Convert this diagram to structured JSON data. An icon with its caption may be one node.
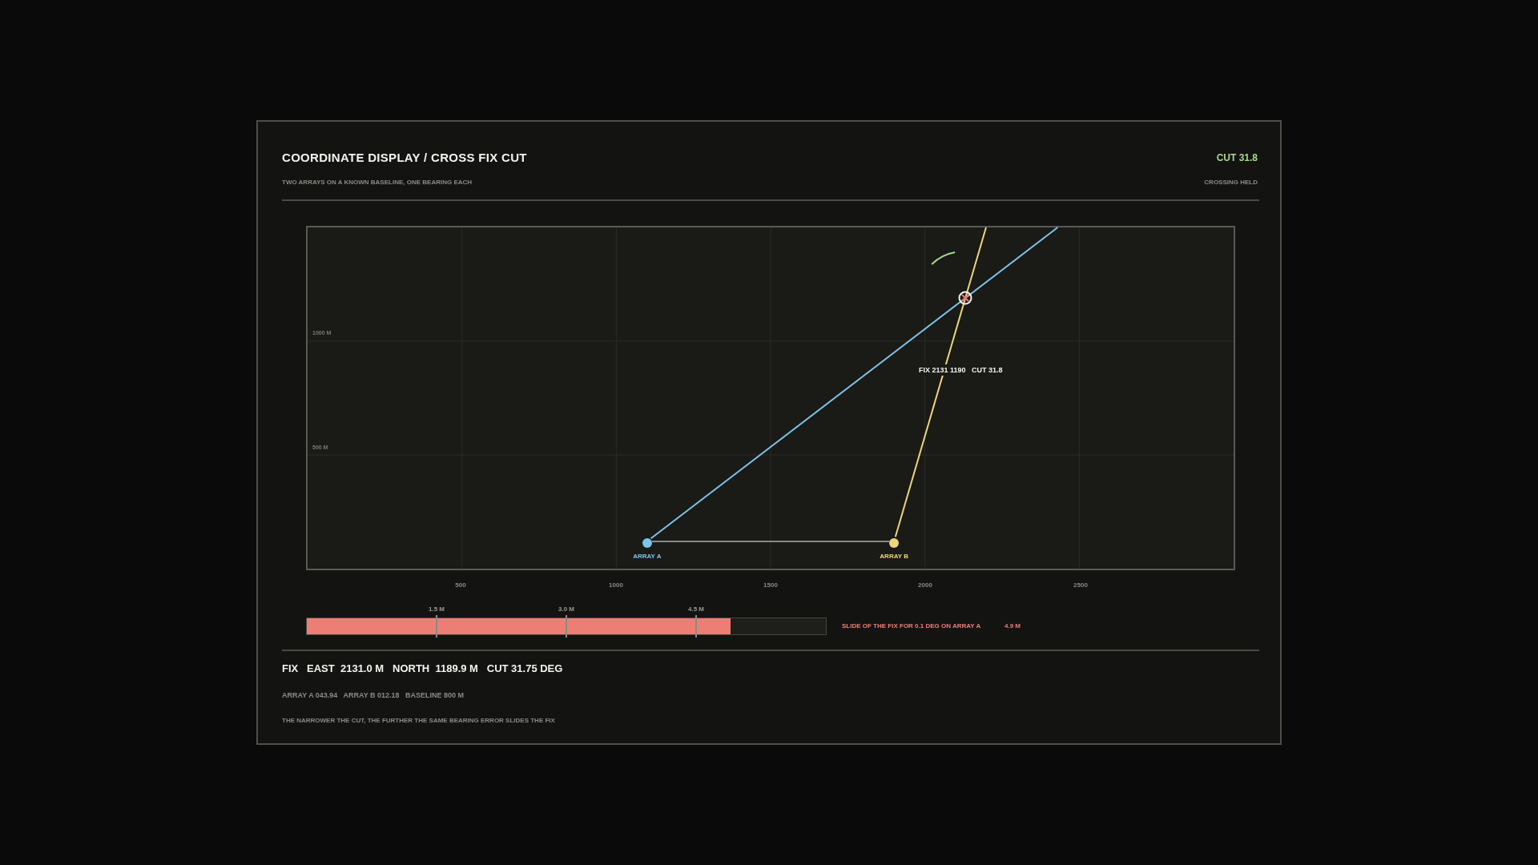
{
  "diagram": {
    "title": "COORDINATE DISPLAY / CROSS FIX CUT",
    "nodes": [
      {
        "text": [],
        "shape": "circle",
        "beside": [
          "ARRAY A"
        ]
      },
      {
        "text": [],
        "shape": "circle",
        "beside": [
          "ARRAY B"
        ]
      },
      {
        "text": [],
        "shape": "circle"
      }
    ],
    "edges": [
      {
        "from": 0,
        "to": 1,
        "arrow": "none",
        "color": "#8a8a85"
      },
      {
        "from": 0,
        "to": null,
        "arrow": "none",
        "color": "#7cc4e8"
      },
      {
        "from": 1,
        "to": null,
        "arrow": "none",
        "color": "#ecd77a"
      }
    ],
    "labels": [
      "CUT 31.8",
      "TWO ARRAYS ON A KNOWN BASELINE, ONE BEARING EACH",
      "CROSSING HELD",
      "1000 M",
      "FIX 2131 1190   CUT 31.8",
      "500 M",
      "500",
      "1000",
      "1500",
      "2000",
      "2500",
      "SLIDE OF THE FIX FOR 0.1 DEG ON ARRAY A",
      "4.9 M",
      "FIX   EAST  2131.0 M   NORTH  1189.9 M   CUT 31.75 DEG",
      "ARRAY A 043.94   ARRAY B 012.18   BASELINE 800 M",
      "THE NARROWER THE CUT, THE FURTHER THE SAME BEARING ERROR SLIDES THE FIX"
    ],
    "chart_data": {
      "type": "bar",
      "orientation": "horizontal",
      "categories": [
        null
      ],
      "series": [
        {
          "color": "#ec7f75",
          "values": [
            4.9
          ]
        }
      ],
      "xlim": [
        0,
        6
      ],
      "xticks": [
        {
          "value": 1.5,
          "label": "1.5 M"
        },
        {
          "value": 3,
          "label": "3.0 M"
        },
        {
          "value": 4.5,
          "label": "4.5 M"
        }
      ]
    }
  }
}
